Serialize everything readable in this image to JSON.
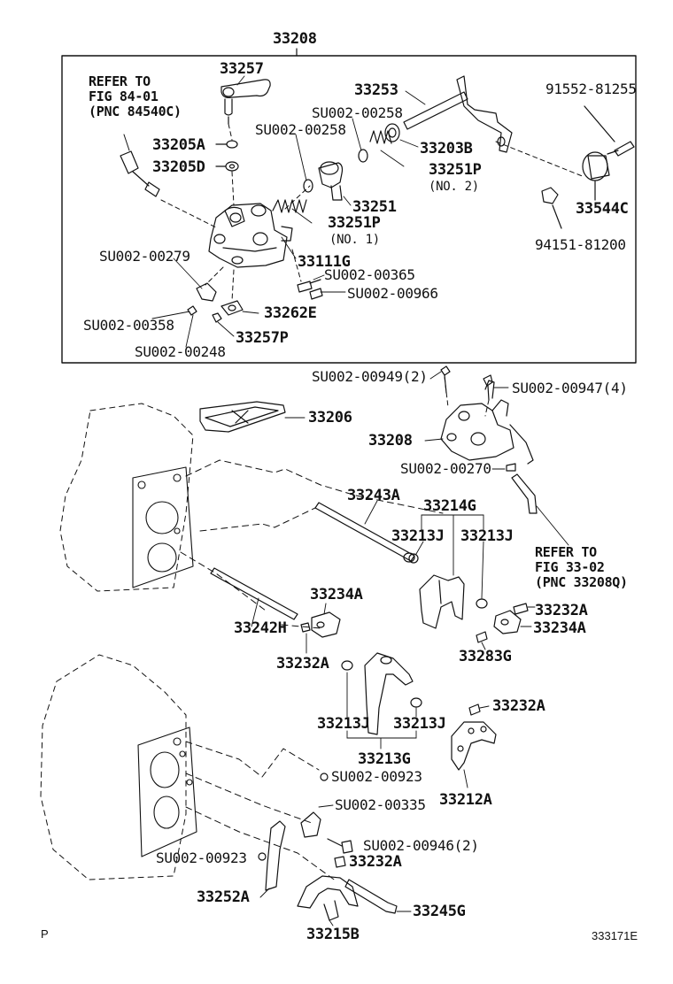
{
  "diagram": {
    "labels": {
      "l33208_top": "33208",
      "l33257": "33257",
      "l_refer84": "REFER TO\nFIG 84-01\n(PNC 84540C)",
      "l33253": "33253",
      "l91552": "91552-81255",
      "l_su258a": "SU002-00258",
      "l33205a": "33205A",
      "l_su258b": "SU002-00258",
      "l33203b": "33203B",
      "l33205d": "33205D",
      "l33251p2": "33251P",
      "l_no2": "(NO. 2)",
      "l33251": "33251",
      "l33544c": "33544C",
      "l33251p1": "33251P",
      "l_no1": "(NO. 1)",
      "l94151": "94151-81200",
      "l_su279": "SU002-00279",
      "l33111g": "33111G",
      "l_su365": "SU002-00365",
      "l_su966": "SU002-00966",
      "l_su358": "SU002-00358",
      "l33262e": "33262E",
      "l33257p": "33257P",
      "l_su248": "SU002-00248",
      "l_su949": "SU002-00949(2)",
      "l_su947": "SU002-00947(4)",
      "l33206": "33206",
      "l33208_mid": "33208",
      "l_su270": "SU002-00270",
      "l33243a": "33243A",
      "l33214g": "33214G",
      "l33213j_a": "33213J",
      "l33213j_b": "33213J",
      "l_refer33": "REFER TO\nFIG 33-02\n(PNC 33208Q)",
      "l33234a_a": "33234A",
      "l33232a_a": "33232A",
      "l33242h": "33242H",
      "l33234a_b": "33234A",
      "l33232a_b": "33232A",
      "l33283g": "33283G",
      "l33232a_c": "33232A",
      "l33213j_c": "33213J",
      "l33213j_d": "33213J",
      "l33213g": "33213G",
      "l_su923a": "SU002-00923",
      "l33212a": "33212A",
      "l_su335": "SU002-00335",
      "l_su946": "SU002-00946(2)",
      "l_su923b": "SU002-00923",
      "l33232a_d": "33232A",
      "l33252a": "33252A",
      "l33245g": "33245G",
      "l33215b": "33215B"
    },
    "corner_left": "P",
    "figure_code": "333171E"
  }
}
